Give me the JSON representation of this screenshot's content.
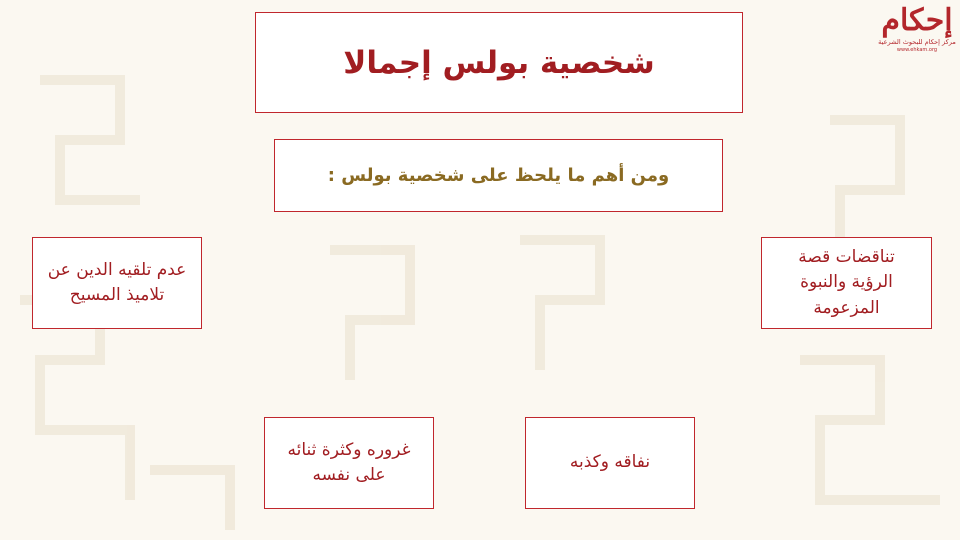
{
  "title": "شخصية بولس إجمالا",
  "subtitle": "ومن أهم ما يلحظ على شخصية بولس :",
  "traits": {
    "left": "عدم تلقيه الدين عن\nتلاميذ المسيح",
    "right": "تناقضات قصة\nالرؤية والنبوة\nالمزعومة",
    "bottom_left": "غروره وكثرة ثنائه\nعلى نفسه",
    "bottom_right": "نفاقه وكذبه"
  },
  "logo": {
    "mark": "إحكام",
    "name": "مركز إحكام للبحوث الشرعية",
    "sub": "www.ehkam.org"
  },
  "colors": {
    "border": "#c0272d",
    "title": "#a11d21",
    "subtitle": "#8a6a22",
    "background": "#fbf8f1"
  }
}
